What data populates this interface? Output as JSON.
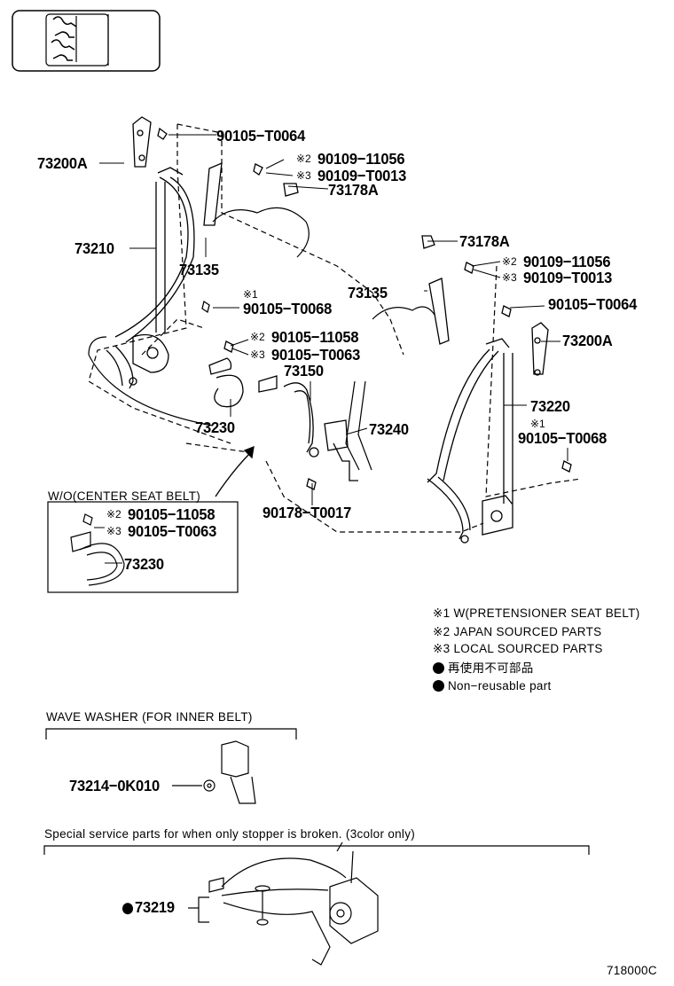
{
  "parts": {
    "p73200A_left": "73200A",
    "p73210": "73210",
    "p73135_left": "73135",
    "p90105_T0064_left": "90105−T0064",
    "p90109_11056_left_mark": "※2",
    "p90109_11056_left": "90109−11056",
    "p90109_T0013_left_mark": "※3",
    "p90109_T0013_left": "90109−T0013",
    "p73178A_left": "73178A",
    "p90105_T0068_left_mark": "※1",
    "p90105_T0068_left": "90105−T0068",
    "p90105_11058_mark": "※2",
    "p90105_11058": "90105−11058",
    "p90105_T0063_mark": "※3",
    "p90105_T0063": "90105−T0063",
    "p73150": "73150",
    "p73230": "73230",
    "p73240": "73240",
    "p90178_T0017": "90178−T0017",
    "p73135_right": "73135",
    "p73178A_right": "73178A",
    "p90109_11056_right_mark": "※2",
    "p90109_11056_right": "90109−11056",
    "p90109_T0013_right_mark": "※3",
    "p90109_T0013_right": "90109−T0013",
    "p90105_T0064_right": "90105−T0064",
    "p73200A_right": "73200A",
    "p73220": "73220",
    "p90105_T0068_right_mark": "※1",
    "p90105_T0068_right": "90105−T0068"
  },
  "inset_center": {
    "title": "W/O(CENTER SEAT BELT)",
    "p90105_11058_mark": "※2",
    "p90105_11058": "90105−11058",
    "p90105_T0063_mark": "※3",
    "p90105_T0063": "90105−T0063",
    "p73230": "73230"
  },
  "legend": {
    "n1": "※1 W(PRETENSIONER SEAT BELT)",
    "n2": "※2 JAPAN SOURCED PARTS",
    "n3": "※3 LOCAL SOURCED PARTS",
    "jp": "再使用不可部品",
    "en": "Non−reusable part"
  },
  "wave_washer": {
    "title": "WAVE WASHER (FOR INNER BELT)",
    "part": "73214−0K010"
  },
  "special": {
    "title": "Special service parts for when only stopper is broken. (3color only)",
    "part": "73219"
  },
  "figure_id": "718000C"
}
